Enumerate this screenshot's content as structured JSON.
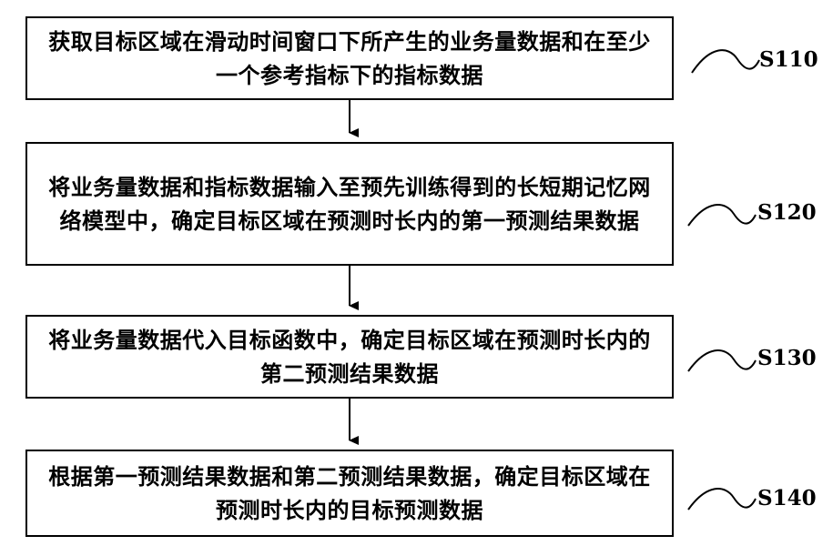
{
  "steps": [
    {
      "id": "S110",
      "text": "获取目标区域在滑动时间窗口下所产生的业务量数据和在至少一个参考指标下的指标数据"
    },
    {
      "id": "S120",
      "text": "将业务量数据和指标数据输入至预先训练得到的长短期记忆网络模型中，确定目标区域在预测时长内的第一预测结果数据"
    },
    {
      "id": "S130",
      "text": "将业务量数据代入目标函数中，确定目标区域在预测时长内的第二预测结果数据"
    },
    {
      "id": "S140",
      "text": "根据第一预测结果数据和第二预测结果数据，确定目标区域在预测时长内的目标预测数据"
    }
  ]
}
